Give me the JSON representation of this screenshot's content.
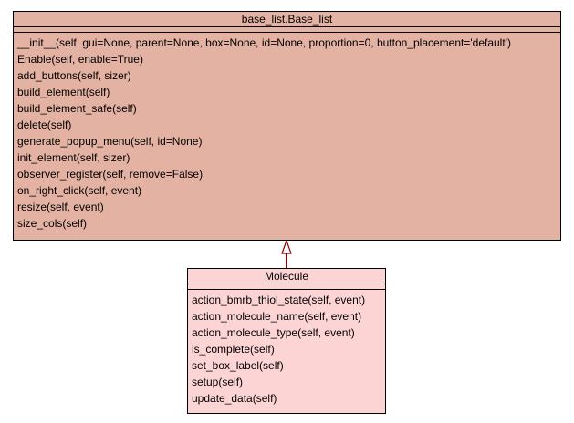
{
  "colors": {
    "base_fill": "#e3b2a3",
    "child_fill": "#fdd4d4",
    "edge": "#8b0000"
  },
  "base_class": {
    "name": "base_list.Base_list",
    "methods": [
      "__init__(self, gui=None, parent=None, box=None, id=None, proportion=0, button_placement='default')",
      "Enable(self, enable=True)",
      "add_buttons(self, sizer)",
      "build_element(self)",
      "build_element_safe(self)",
      "delete(self)",
      "generate_popup_menu(self, id=None)",
      "init_element(self, sizer)",
      "observer_register(self, remove=False)",
      "on_right_click(self, event)",
      "resize(self, event)",
      "size_cols(self)"
    ]
  },
  "child_class": {
    "name": "Molecule",
    "methods": [
      "action_bmrb_thiol_state(self, event)",
      "action_molecule_name(self, event)",
      "action_molecule_type(self, event)",
      "is_complete(self)",
      "set_box_label(self)",
      "setup(self)",
      "update_data(self)"
    ]
  }
}
